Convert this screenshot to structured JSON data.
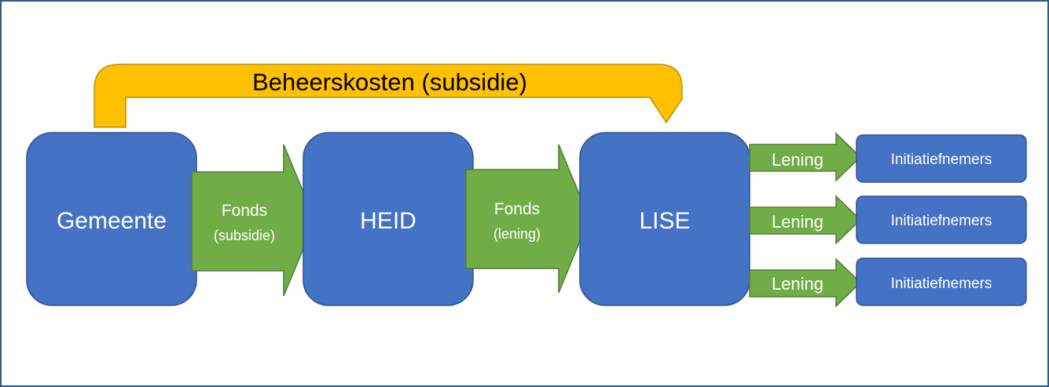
{
  "colors": {
    "frame_border": "#2f5597",
    "box_fill": "#4472c4",
    "box_stroke": "#2f528f",
    "arrow_fill": "#70ad47",
    "arrow_stroke": "#507e32",
    "bent_arrow_fill": "#ffc000",
    "bent_arrow_stroke": "#bf9000"
  },
  "top_arrow": {
    "label": "Beheerskosten (subsidie)"
  },
  "nodes": {
    "gemeente": "Gemeente",
    "heid": "HEID",
    "lise": "LISE"
  },
  "arrows": {
    "fonds_subsidie": {
      "line1": "Fonds",
      "line2": "(subsidie)"
    },
    "fonds_lening": {
      "line1": "Fonds",
      "line2": "(lening)"
    }
  },
  "loans": [
    {
      "label": "Lening",
      "target": "Initiatiefnemers"
    },
    {
      "label": "Lening",
      "target": "Initiatiefnemers"
    },
    {
      "label": "Lening",
      "target": "Initiatiefnemers"
    }
  ]
}
